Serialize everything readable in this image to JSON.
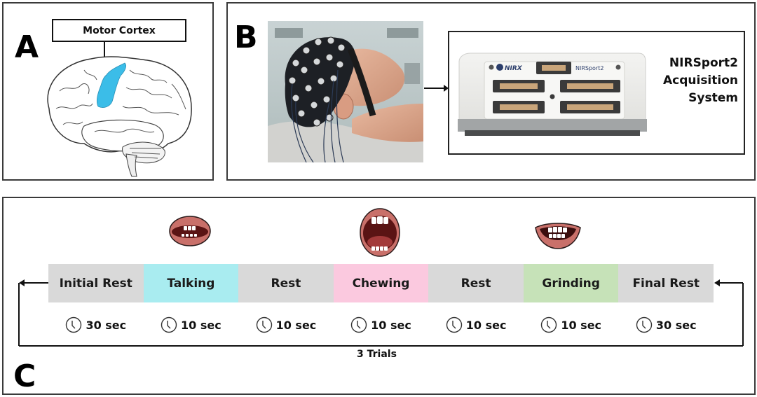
{
  "panels": {
    "a": {
      "letter": "A",
      "callout_label": "Motor Cortex",
      "highlight_color": "#3bbde8"
    },
    "b": {
      "letter": "B",
      "photo_subject": "person-wearing-fnirs-cap",
      "device": {
        "brand_logo": "NIRX",
        "model_label": "NIRSport2",
        "title_lines": [
          "NIRSport2",
          "Acquisition",
          "System"
        ]
      }
    },
    "c": {
      "letter": "C",
      "mouth_icons": [
        {
          "name": "talking-mouth-icon",
          "task": "Talking"
        },
        {
          "name": "chewing-mouth-icon",
          "task": "Chewing"
        },
        {
          "name": "grinding-mouth-icon",
          "task": "Grinding"
        }
      ],
      "segments": [
        {
          "label": "Initial Rest",
          "duration": "30 sec",
          "color": "#d9d9d9"
        },
        {
          "label": "Talking",
          "duration": "10 sec",
          "color": "#a9ecf0"
        },
        {
          "label": "Rest",
          "duration": "10 sec",
          "color": "#d9d9d9"
        },
        {
          "label": "Chewing",
          "duration": "10 sec",
          "color": "#fbc9df"
        },
        {
          "label": "Rest",
          "duration": "10 sec",
          "color": "#d9d9d9"
        },
        {
          "label": "Grinding",
          "duration": "10 sec",
          "color": "#c6e2b8"
        },
        {
          "label": "Final Rest",
          "duration": "30 sec",
          "color": "#d9d9d9"
        }
      ],
      "loop_label": "3 Trials",
      "duration_icon": "clock-icon"
    }
  }
}
